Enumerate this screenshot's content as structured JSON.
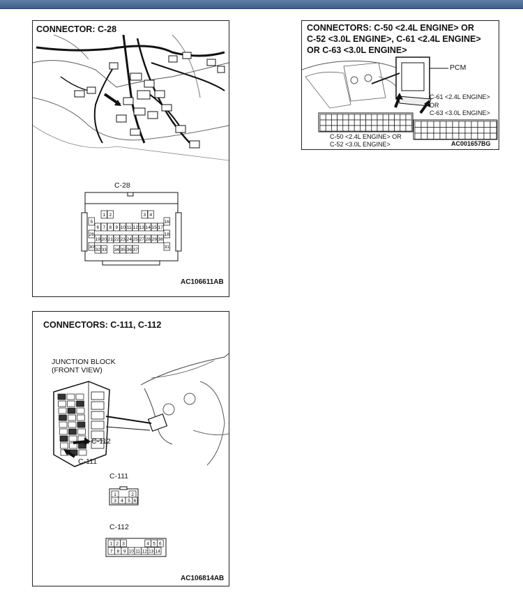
{
  "panel_c28": {
    "title": "CONNECTOR: C-28",
    "diagram_label": "C-28",
    "code": "AC106611AB",
    "pins": [
      "1",
      "2",
      "3",
      "4",
      "5",
      "16",
      "6",
      "7",
      "8",
      "9",
      "10",
      "11",
      "12",
      "13",
      "14",
      "15",
      "17",
      "26",
      "18",
      "19",
      "20",
      "21",
      "22",
      "23",
      "24",
      "25",
      "27",
      "28",
      "29",
      "38",
      "30",
      "31",
      "32",
      "33",
      "34",
      "35",
      "36",
      "37"
    ]
  },
  "panel_c50": {
    "title_line1": "CONNECTORS: C-50 <2.4L ENGINE> OR",
    "title_line2": "C-52 <3.0L ENGINE>, C-61 <2.4L ENGINE>",
    "title_line3": "OR C-63 <3.0L ENGINE>",
    "pcm_label": "PCM",
    "c61_line1": "C-61 <2.4L ENGINE>",
    "c61_line2": "OR",
    "c61_line3": "C-63 <3.0L ENGINE>",
    "c50_line1": "C-50 <2.4L ENGINE> OR",
    "c50_line2": "C-52 <3.0L ENGINE>",
    "code": "AC001657BG"
  },
  "panel_c111": {
    "title": "CONNECTORS: C-111, C-112",
    "jb_line1": "JUNCTION BLOCK",
    "jb_line2": "(FRONT VIEW)",
    "c112_callout": "C-112",
    "c111_callout": "C-111",
    "c111_label": "C-111",
    "c111_pins": [
      "1",
      "2",
      "3",
      "4",
      "5",
      "6"
    ],
    "c112_label": "C-112",
    "c112_pins": [
      "1",
      "2",
      "3",
      "4",
      "5",
      "6",
      "7",
      "8",
      "9",
      "10",
      "11",
      "12",
      "13",
      "14"
    ],
    "code": "AC106814AB"
  }
}
